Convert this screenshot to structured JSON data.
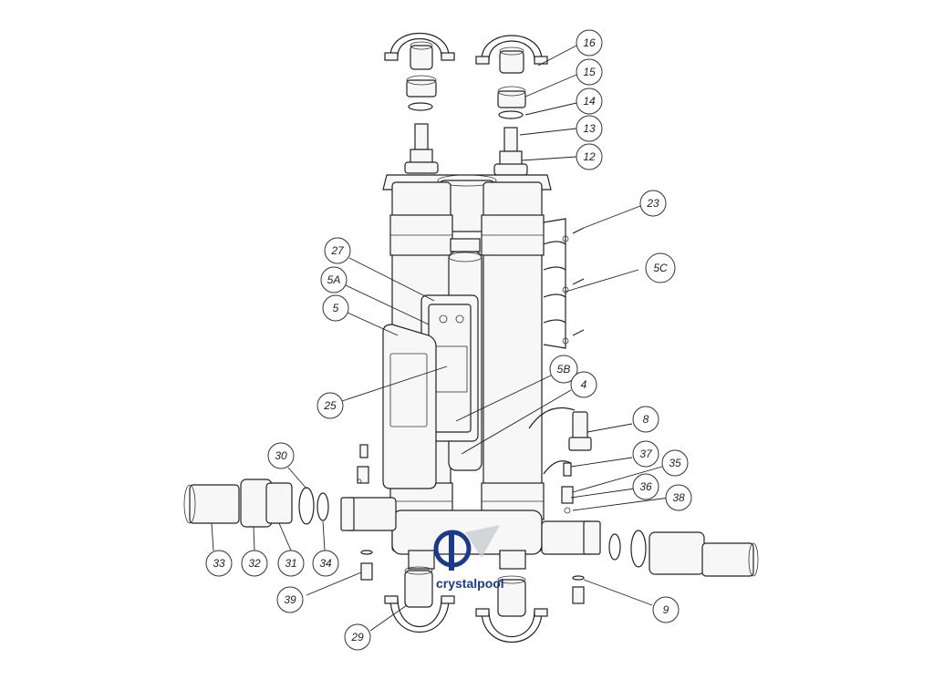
{
  "logo": {
    "text": "crystalpool",
    "mark": "cp"
  },
  "callouts": [
    {
      "id": "c16",
      "label": "16"
    },
    {
      "id": "c15",
      "label": "15"
    },
    {
      "id": "c14",
      "label": "14"
    },
    {
      "id": "c13",
      "label": "13"
    },
    {
      "id": "c12",
      "label": "12"
    },
    {
      "id": "c23",
      "label": "23"
    },
    {
      "id": "c5C",
      "label": "5C"
    },
    {
      "id": "c27",
      "label": "27"
    },
    {
      "id": "c5A",
      "label": "5A"
    },
    {
      "id": "c5",
      "label": "5"
    },
    {
      "id": "c25",
      "label": "25"
    },
    {
      "id": "c5B",
      "label": "5B"
    },
    {
      "id": "c4",
      "label": "4"
    },
    {
      "id": "c8",
      "label": "8"
    },
    {
      "id": "c37",
      "label": "37"
    },
    {
      "id": "c35",
      "label": "35"
    },
    {
      "id": "c36",
      "label": "36"
    },
    {
      "id": "c38",
      "label": "38"
    },
    {
      "id": "c30",
      "label": "30"
    },
    {
      "id": "c33",
      "label": "33"
    },
    {
      "id": "c32",
      "label": "32"
    },
    {
      "id": "c31",
      "label": "31"
    },
    {
      "id": "c34",
      "label": "34"
    },
    {
      "id": "c39",
      "label": "39"
    },
    {
      "id": "c9",
      "label": "9"
    },
    {
      "id": "c29",
      "label": "29"
    }
  ]
}
